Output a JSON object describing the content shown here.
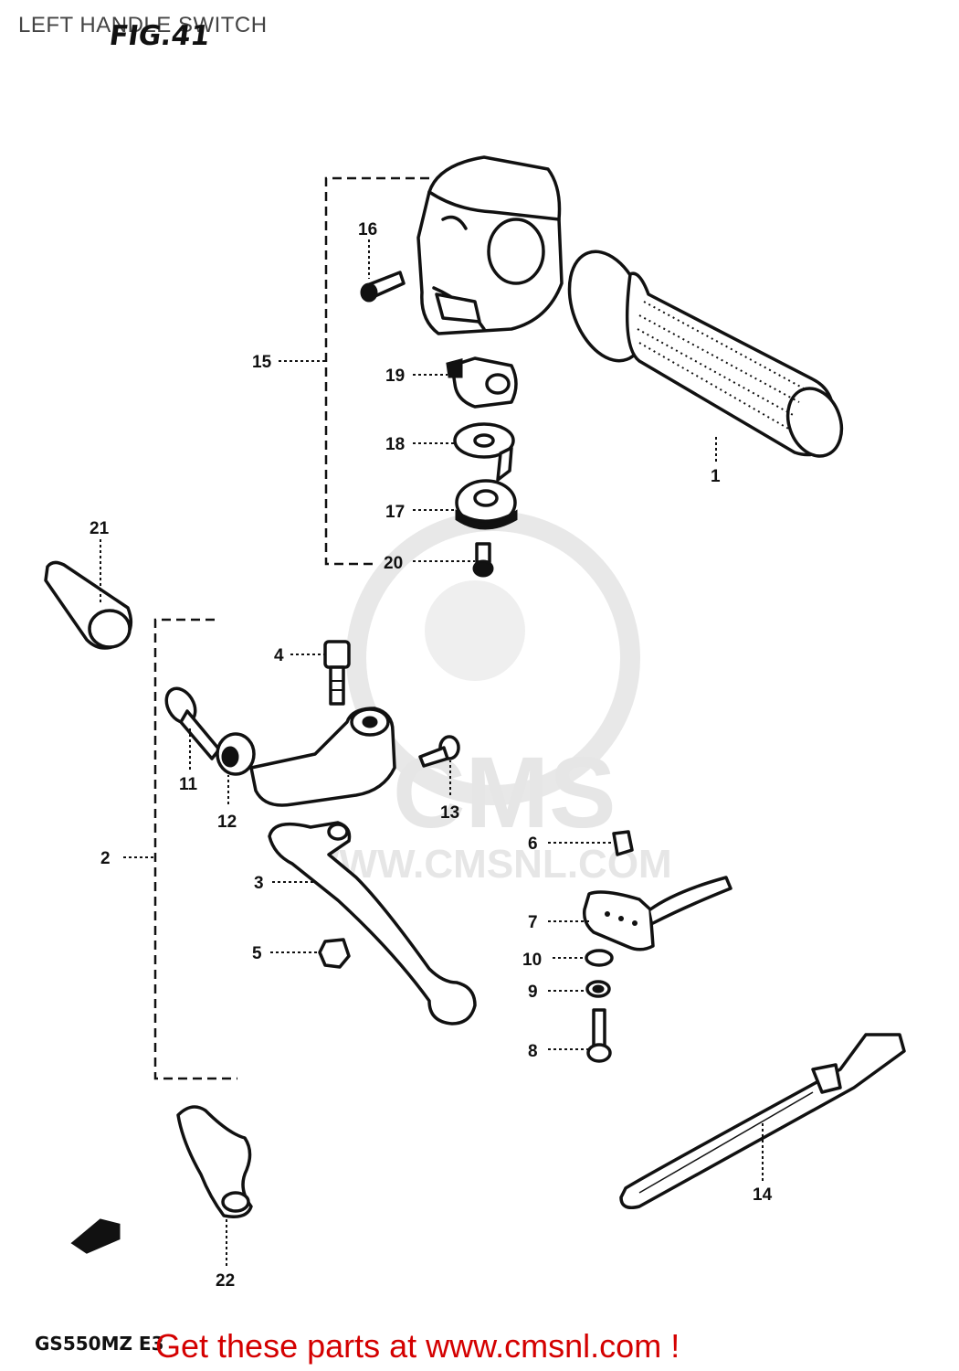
{
  "header": {
    "page_title": "LEFT HANDLE SWITCH",
    "figure_label": "FIG.41"
  },
  "watermark": {
    "brand": "CMS",
    "url": "WWW.CMSNL.COM"
  },
  "callouts": [
    {
      "id": "c1",
      "label": "1"
    },
    {
      "id": "c2",
      "label": "2"
    },
    {
      "id": "c3",
      "label": "3"
    },
    {
      "id": "c4",
      "label": "4"
    },
    {
      "id": "c5",
      "label": "5"
    },
    {
      "id": "c6",
      "label": "6"
    },
    {
      "id": "c7",
      "label": "7"
    },
    {
      "id": "c8",
      "label": "8"
    },
    {
      "id": "c9",
      "label": "9"
    },
    {
      "id": "c10",
      "label": "10"
    },
    {
      "id": "c11",
      "label": "11"
    },
    {
      "id": "c12",
      "label": "12"
    },
    {
      "id": "c13",
      "label": "13"
    },
    {
      "id": "c14",
      "label": "14"
    },
    {
      "id": "c15",
      "label": "15"
    },
    {
      "id": "c16",
      "label": "16"
    },
    {
      "id": "c17",
      "label": "17"
    },
    {
      "id": "c18",
      "label": "18"
    },
    {
      "id": "c19",
      "label": "19"
    },
    {
      "id": "c20",
      "label": "20"
    },
    {
      "id": "c21",
      "label": "21"
    },
    {
      "id": "c22",
      "label": "22"
    }
  ],
  "footer": {
    "model_code": "GS550MZ E3",
    "cta_text": "Get these parts at www.cmsnl.com !"
  },
  "colors": {
    "cta": "#d40000",
    "ink": "#111111",
    "watermark": "#e6e6e6"
  }
}
